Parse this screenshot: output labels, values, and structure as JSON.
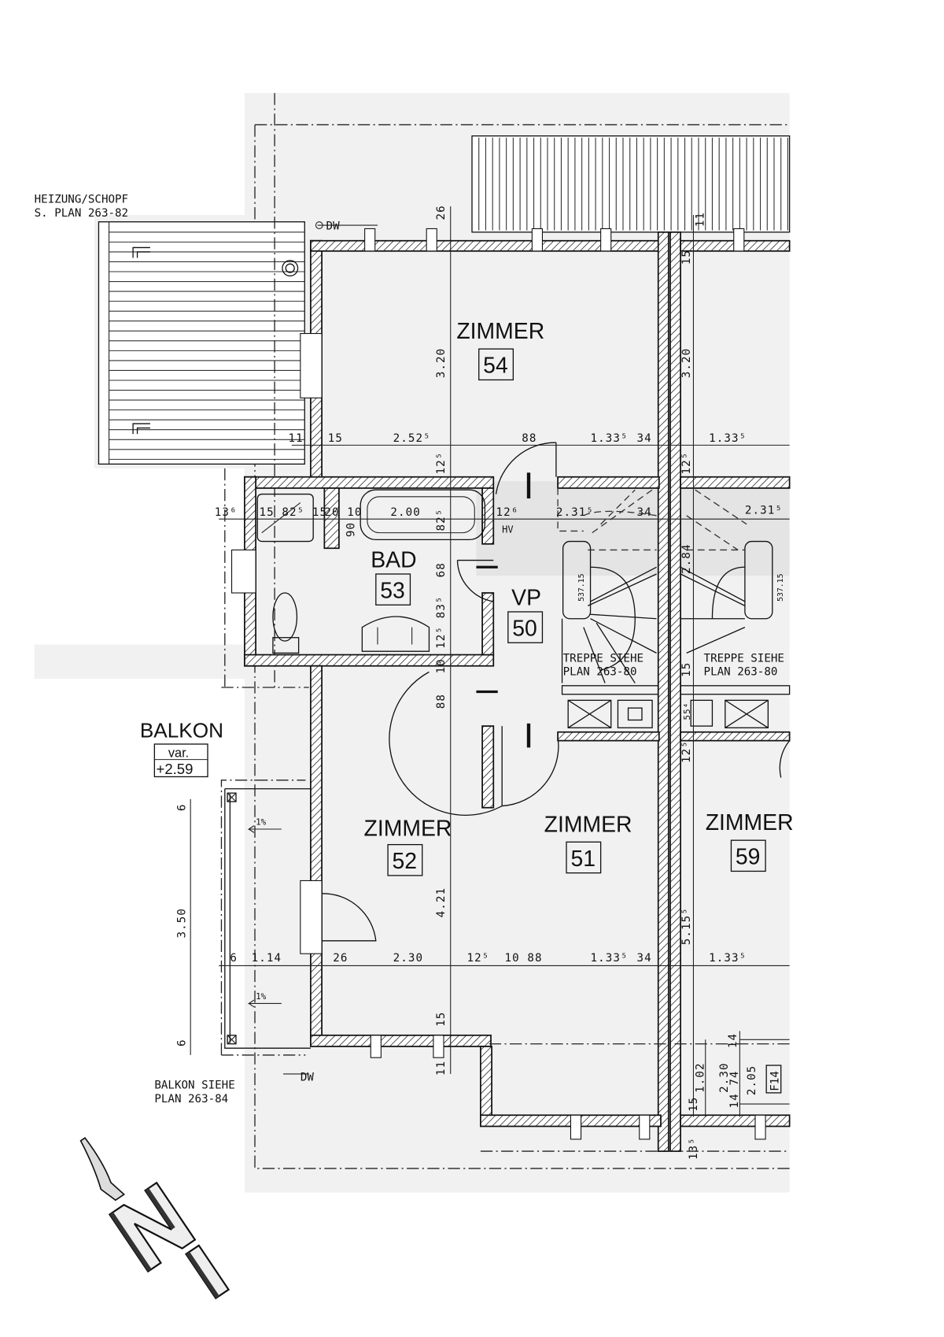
{
  "rooms": {
    "zimmer54": {
      "name": "ZIMMER",
      "number": "54"
    },
    "bad53": {
      "name": "BAD",
      "number": "53"
    },
    "vp50": {
      "name": "VP",
      "number": "50"
    },
    "zimmer52": {
      "name": "ZIMMER",
      "number": "52"
    },
    "zimmer51": {
      "name": "ZIMMER",
      "number": "51"
    },
    "zimmer59": {
      "name": "ZIMMER",
      "number": "59"
    }
  },
  "notes": {
    "heizung_line1": "HEIZUNG/SCHOPF",
    "heizung_line2": "S. PLAN 263-82",
    "balkon": "BALKON",
    "balkon_var": "var.",
    "balkon_level": "+2.59",
    "balkon_ref_line1": "BALKON SIEHE",
    "balkon_ref_line2": "PLAN 263-84",
    "treppe_line1": "TREPPE SIEHE",
    "treppe_line2": "PLAN 263-80",
    "treppe_right_line1": "TREPPE SIEHE",
    "treppe_right_line2": "PLAN 263-80",
    "dw_top": "DW",
    "dw_bottom": "DW",
    "hv": "HV",
    "slope1": "1%",
    "slope2": "1%",
    "window_tag": "F14",
    "stair_level_left": "537.15",
    "stair_level_right": "537.15"
  },
  "dimensions": {
    "top_26": "26",
    "top_11": "11",
    "top_15": "15",
    "z54_height": "3.20",
    "z_right_height": "3.20",
    "row1": [
      "11",
      "15",
      "2.52⁵",
      "88",
      "1.33⁵",
      "34",
      "1.33⁵"
    ],
    "v_12_5_a": "12⁵",
    "v_12_5_b": "12⁵",
    "row2": [
      "13⁶",
      "15 82⁵ 15",
      "20 10",
      "2.00",
      "12⁶",
      "2.31⁵",
      "34",
      "2.31⁵"
    ],
    "v_90": "90",
    "v_82_5": "82⁵",
    "v_68": "68",
    "v_12_83": "12⁵ 83⁵",
    "v_10": "10",
    "v_88": "88",
    "v_2_84": "2.84",
    "v_15_mid": "15",
    "v_55_4": "55⁴",
    "v_12_5_c": "12⁵",
    "z52_height": "4.21",
    "z_right_height2": "5.15⁵",
    "v_15_low": "15",
    "v_11_low": "11",
    "row3": [
      "6",
      "1.14",
      "26",
      "2.30",
      "12⁵",
      "10 88",
      "1.33⁵",
      "34",
      "1.33⁵"
    ],
    "balkon_v": [
      "6",
      "3.50",
      "6"
    ],
    "br": {
      "d1_02": "1.02",
      "d2_30": "2.30",
      "d14_74": "14 74",
      "d2_05": "2.05",
      "d14": "14",
      "d15": "15",
      "d13_5": "13⁵"
    }
  },
  "north_arrow_label": "N"
}
